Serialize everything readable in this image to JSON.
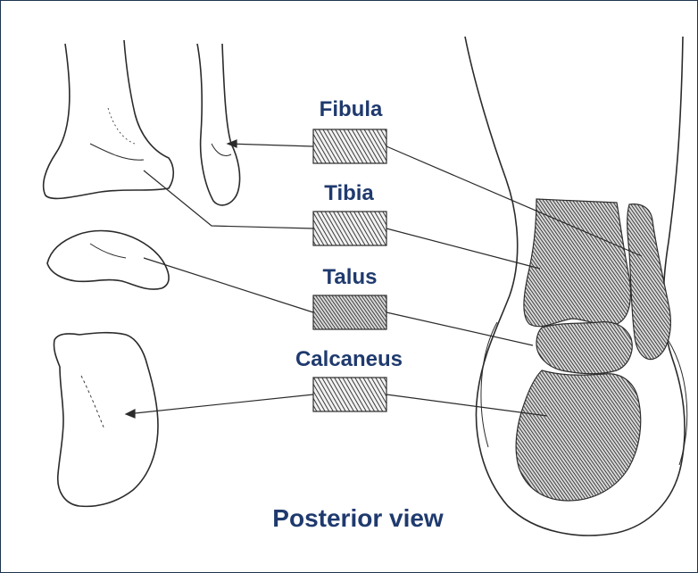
{
  "labels": {
    "fibula": "Fibula",
    "tibia": "Tibia",
    "talus": "Talus",
    "calcaneus": "Calcaneus"
  },
  "caption": "Posterior view",
  "colors": {
    "label_text": "#1f3a6e",
    "frame_border": "#1f3550",
    "bone_outline": "#2b2b2b",
    "hatch": "#3a3a3a"
  }
}
